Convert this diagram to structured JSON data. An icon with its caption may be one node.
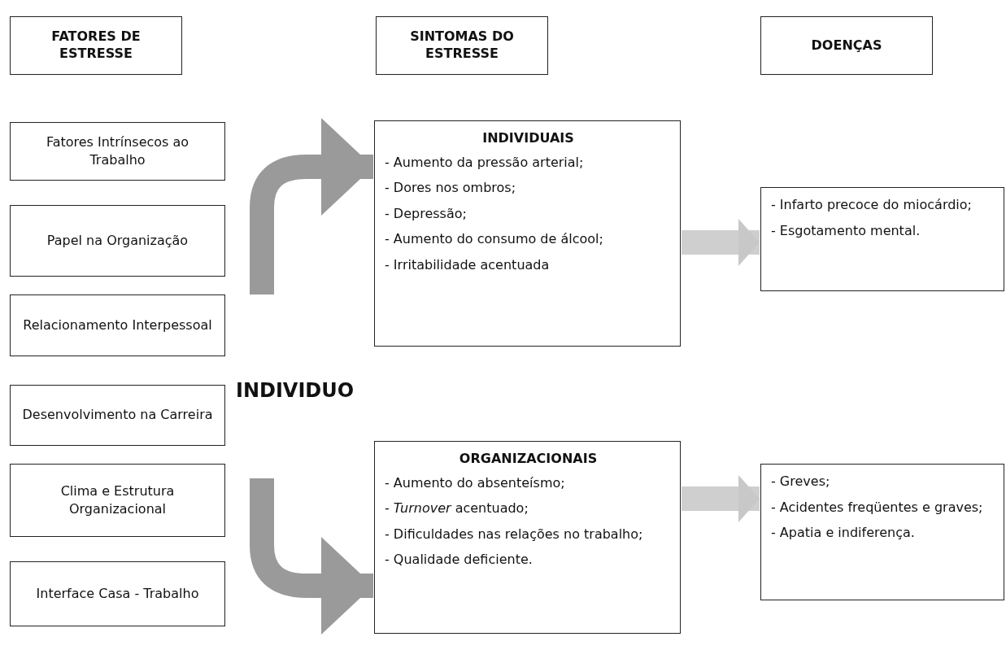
{
  "diagram": {
    "nodes": [
      {
        "text": [
          "FATORES DE ESTRESSE"
        ]
      },
      {
        "text": [
          "SINTOMAS DO ESTRESSE"
        ]
      },
      {
        "text": [
          "DOENÇAS"
        ]
      },
      {
        "text": [
          "Fatores Intrínsecos ao Trabalho"
        ]
      },
      {
        "text": [
          "Papel na Organização"
        ]
      },
      {
        "text": [
          "Relacionamento Interpessoal"
        ]
      },
      {
        "text": [
          "Desenvolvimento na Carreira"
        ]
      },
      {
        "text": [
          "Clima e Estrutura Organizacional"
        ]
      },
      {
        "text": [
          "Interface Casa - Trabalho"
        ]
      },
      {
        "text": [
          "INDIVIDUAIS",
          "- Aumento da pressão arterial;",
          "- Dores nos ombros;",
          "- Depressão;",
          "- Aumento do consumo de álcool;",
          "- Irritabilidade acentuada"
        ]
      },
      {
        "text": [
          "- Infarto precoce do miocárdio;",
          "- Esgotamento mental."
        ]
      },
      {
        "text": [
          "ORGANIZACIONAIS",
          "- Aumento do absenteísmo;",
          "- *Turnover* acentuado;",
          "- Dificuldades nas relações no trabalho;",
          "- Qualidade deficiente."
        ]
      },
      {
        "text": [
          "- Greves;",
          "- Acidentes freqüentes e graves;",
          "- Apatia e indiferença."
        ]
      }
    ],
    "edges": [
      {
        "from": null,
        "to": 9,
        "arrow": "to"
      },
      {
        "from": null,
        "to": 11,
        "arrow": "to"
      },
      {
        "from": 9,
        "to": 10,
        "arrow": "to"
      },
      {
        "from": 11,
        "to": 12,
        "arrow": "to"
      }
    ],
    "labels": [
      "INDIVIDUO"
    ]
  }
}
